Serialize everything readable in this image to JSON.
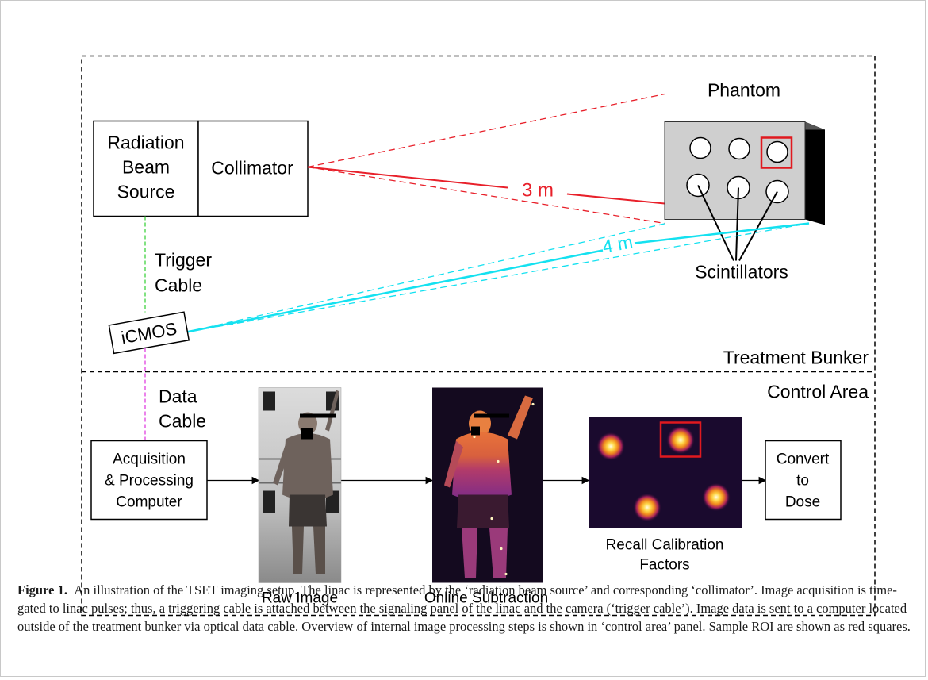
{
  "diagram": {
    "labels": {
      "phantom": "Phantom",
      "radiation_beam_source": [
        "Radiation",
        "Beam",
        "Source"
      ],
      "collimator": "Collimator",
      "distance_3m": "3 m",
      "distance_4m": "4 m",
      "trigger_cable": [
        "Trigger",
        "Cable"
      ],
      "icmos": "iCMOS",
      "scintillators": "Scintillators",
      "treatment_bunker": "Treatment Bunker",
      "control_area": "Control Area",
      "data_cable": [
        "Data",
        "Cable"
      ],
      "acquisition_computer": [
        "Acquisition",
        "& Processing",
        "Computer"
      ],
      "raw_image": "Raw Image",
      "online_subtraction": "Online Subtraction",
      "recall_calibration": [
        "Recall Calibration",
        "Factors"
      ],
      "convert_to_dose": [
        "Convert",
        "to",
        "Dose"
      ]
    },
    "colors": {
      "beam_red": "#e8202a",
      "beam_cyan": "#14e1f0",
      "trigger_green": "#3fd23f",
      "data_magenta": "#e040e0",
      "roi_red": "#e0191f",
      "phantom_gray": "#cfcfcf"
    }
  },
  "caption": {
    "label": "Figure 1.",
    "text": "An illustration of the TSET imaging setup. The linac is represented by the ‘radiation beam source’ and corresponding ‘collimator’. Image acquisition is time-gated to linac pulses; thus, a triggering cable is attached between the signaling panel of the linac and the camera (‘trigger cable’). Image data is sent to a computer located outside of the treatment bunker via optical data cable. Overview of internal image processing steps is shown in ‘control area’ panel. Sample ROI are shown as red squares."
  }
}
